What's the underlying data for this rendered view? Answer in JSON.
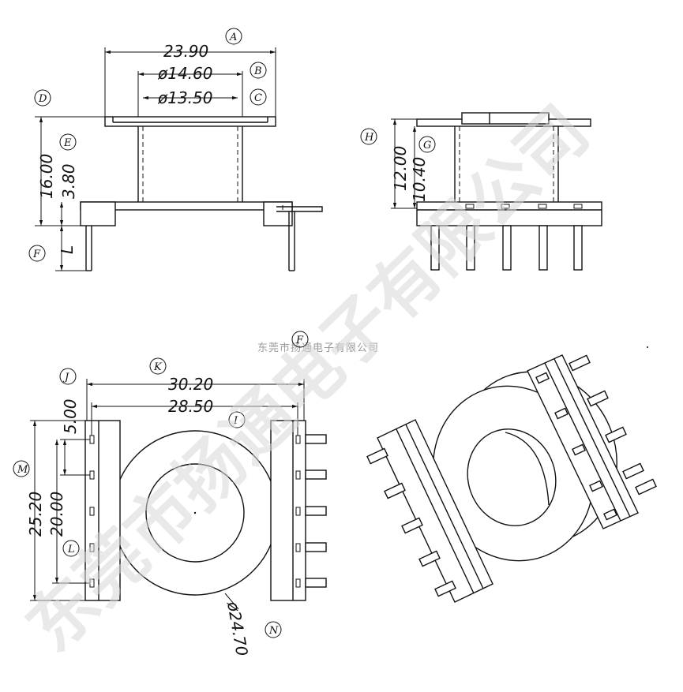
{
  "watermark": {
    "small": "东莞市扬通电子有限公司",
    "big": "东莞市扬通电子有限公司"
  },
  "front_view": {
    "dim_a": "23.90",
    "dim_b": "ø14.60",
    "dim_c": "ø13.50",
    "dim_height": "16.00",
    "dim_flange": "3.80",
    "dim_l": "L",
    "labels": {
      "a": "A",
      "b": "B",
      "c": "C",
      "d": "D",
      "e": "E",
      "f": "F"
    }
  },
  "side_view": {
    "dim_h": "12.00",
    "dim_g": "10.40",
    "labels": {
      "h": "H",
      "g": "G"
    }
  },
  "bottom_view": {
    "dim_k": "30.20",
    "dim_i": "28.50",
    "dim_j": "5.00",
    "dim_m": "25.20",
    "dim_l": "20.00",
    "dim_n": "ø24.70",
    "labels": {
      "f": "F",
      "k": "K",
      "j": "J",
      "i": "I",
      "m": "M",
      "l": "L",
      "n": "N"
    }
  }
}
